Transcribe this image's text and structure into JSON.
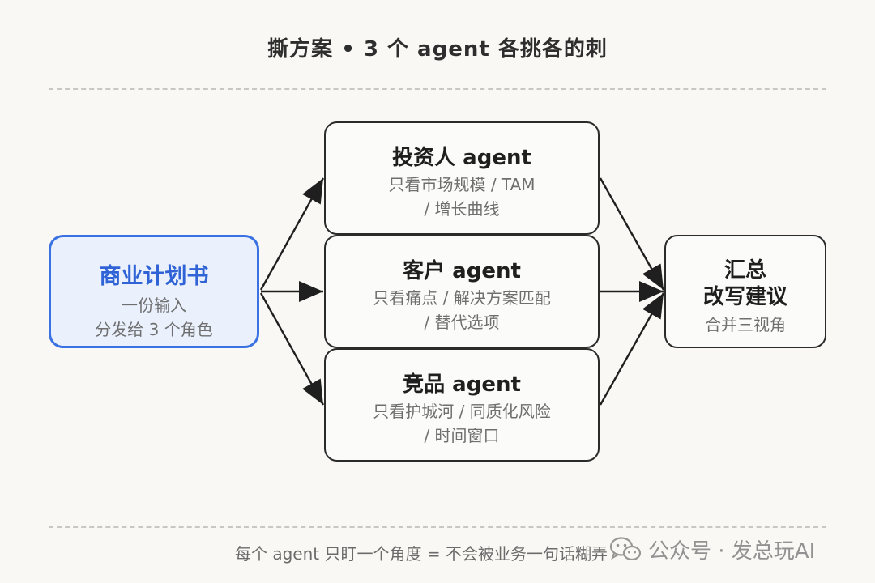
{
  "title": "撕方案 • 3 个 agent 各挑各的刺",
  "source": {
    "label": "商业计划书",
    "line1": "一份输入",
    "line2": "分发给 3 个角色"
  },
  "agents": [
    {
      "label": "投资人 agent",
      "line1": "只看市场规模 / TAM",
      "line2": "/ 增长曲线"
    },
    {
      "label": "客户 agent",
      "line1": "只看痛点 / 解决方案匹配",
      "line2": "/ 替代选项"
    },
    {
      "label": "竞品 agent",
      "line1": "只看护城河 / 同质化风险",
      "line2": "/ 时间窗口"
    }
  ],
  "merge": {
    "line1": "汇总",
    "line2": "改写建议",
    "sub": "合并三视角"
  },
  "footer": "每个 agent 只盯一个角度 = 不会被业务一句话糊弄",
  "watermark": "公众号 · 发总玩AI",
  "colors": {
    "accent": "#3b72e3",
    "accent_fill": "#eaf1fd",
    "line": "#2b2b2b",
    "background": "#f9f8f4"
  },
  "icons": {
    "watermark": "wechat-icon"
  }
}
